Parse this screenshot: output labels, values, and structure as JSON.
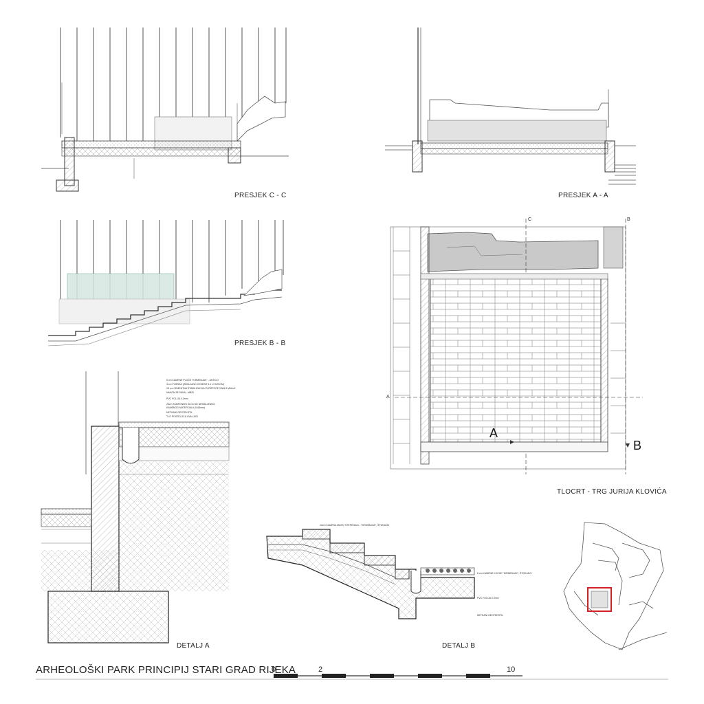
{
  "sheet": {
    "title": "ARHEOLOŠKI PARK PRINCIPIJ  STARI GRAD  RIJEKA",
    "scale_labels": [
      "0",
      "2",
      "10"
    ]
  },
  "sections": {
    "c_c": "PRESJEK  C - C",
    "a_a": "PRESJEK  A - A",
    "b_b": "PRESJEK  B - B"
  },
  "plan": {
    "title": "TLOCRT - TRG JURIJA KLOVIĆA",
    "marker_a": "A",
    "marker_b": "B",
    "cut_a": "A",
    "cut_b": "B",
    "cut_c": "C"
  },
  "details": {
    "a": "DETALJ A",
    "b": "DETALJ B"
  },
  "detail_a_notes": [
    "6 cm KAMENE PLOČE \"KIRMENJAK\" - ANTICO",
    "3 cm PIJESAK (ZEMLJANO CEMENT 4:1 U SUHOM)",
    "15 cm CEMENTNA STABILIZACIJA ČVRSTOĆE 3 N/6.5 MN/m2",
    "NAKON 28 DANA - MB20",
    "PVC FOLIJA 0.2mm",
    "25cm TAMPONSKI SLOJ OD DROBLJENOG",
    "KAMENOG MATERIJALA (0-63mm)",
    "NETKANI GEOTEKSTIL",
    "TLO POSTELJICA UVALJATI"
  ],
  "detail_b_notes": [
    "10cm KAMENA MASIV STEPENICA - \"KIRMENJAK\", ŠTOKANO",
    "6 cm KAMENE KOCKE \"KIRMENJAK\", ŠTOKANO",
    "PVC FOLIJA 0.2mm",
    "NETKANI GEOTEKSTIL"
  ]
}
